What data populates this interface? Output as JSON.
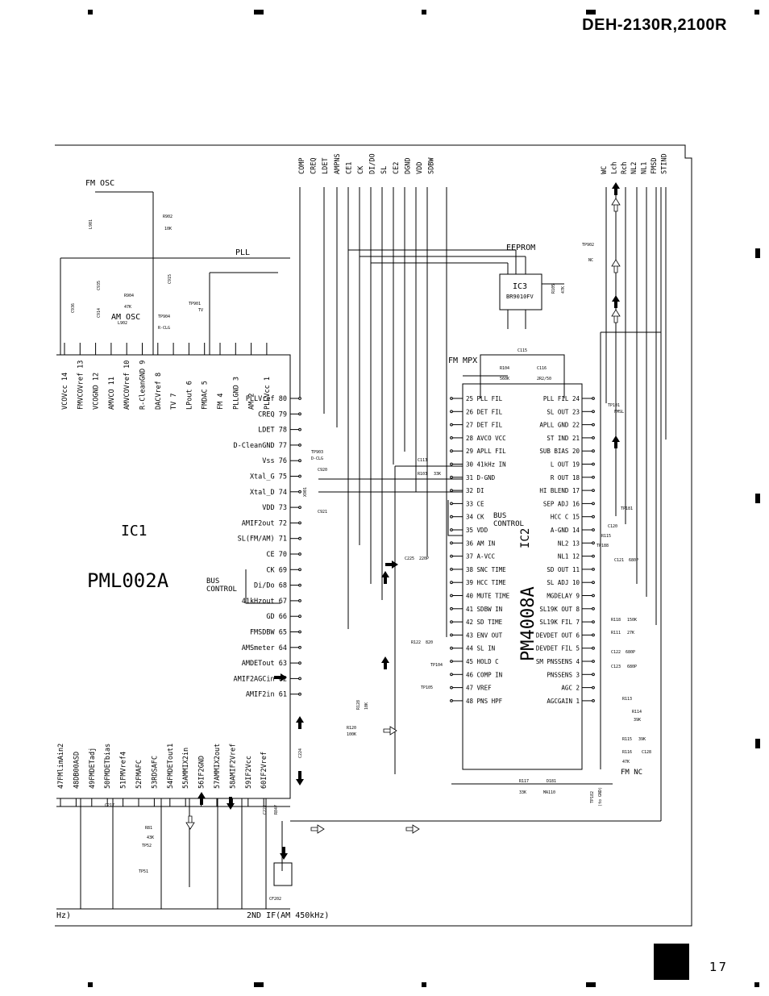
{
  "header": {
    "model": "DEH-2130R,2100R"
  },
  "page_number": "17",
  "labels": {
    "fm_osc": "FM OSC",
    "am_osc": "AM OSC",
    "pll": "PLL",
    "eeprom": "EEPROM",
    "fm_mpx": "FM MPX",
    "ic3_name": "IC3",
    "ic3_part": "BR9010FV",
    "ic1_name": "IC1",
    "ic1_part": "PML002A",
    "ic2_name": "IC2",
    "ic2_part": "PM4008A",
    "bus_control_1": "BUS",
    "bus_control_2": "CONTROL",
    "fm_nc": "FM NC",
    "second_if": "2ND IF(AM 450kHz)",
    "hz_partial": "Hz)"
  },
  "top_signals": [
    "COMP",
    "CREQ",
    "LDET",
    "AMPNS",
    "CE1",
    "CK",
    "DI/DO",
    "SL",
    "CE2",
    "DGND",
    "VDD",
    "SDBW"
  ],
  "right_signals": [
    "WC",
    "Lch",
    "Rch",
    "NL2",
    "NL1",
    "FMSD",
    "STIND"
  ],
  "ic1_right_pins": [
    "PLLVref 80",
    "CREQ 79",
    "LDET 78",
    "D-CleanGND 77",
    "Vss 76",
    "Xtal_G 75",
    "Xtal_D 74",
    "VDD 73",
    "AMIF2out 72",
    "SL(FM/AM) 71",
    "CE 70",
    "CK 69",
    "Di/Do 68",
    "41kHzout 67",
    "GD 66",
    "FMSDBW 65",
    "AMSmeter 64",
    "AMDETout 63",
    "AMIF2AGCin 62",
    "AMIF2in 61"
  ],
  "ic1_top_pins": [
    "VCOVcc 14",
    "FMVCOVref 13",
    "VCOGND 12",
    "AMVCO 11",
    "AMVCOVref 10",
    "R-CleanGND 9",
    "DACVref 8",
    "TV 7",
    "LPout 6",
    "FMDAC 5",
    "FM 4",
    "PLLGND 3",
    "AM 2",
    "PLLVcc 1"
  ],
  "ic1_bottom_pins": [
    "47FMlimAin2",
    "48DB00ASD",
    "49FMDETadj",
    "50FMDETbias",
    "51FMVref4",
    "52FMAFC",
    "53RDSAFC",
    "54FMDETout1",
    "55AMMIX2in",
    "56IF2GND",
    "57AMMIX2out",
    "58AMIF2Vref",
    "59IF2Vcc",
    "60IF2Vref"
  ],
  "ic2_left_pins": [
    "25 PLL FIL",
    "26 DET FIL",
    "27 DET FIL",
    "28 AVCO VCC",
    "29 APLL FIL",
    "30 41kHz IN",
    "31 D-GND",
    "32 DI",
    "33 CE",
    "34 CK",
    "35 VDD",
    "36 AM IN",
    "37 A-VCC",
    "38 SNC TIME",
    "39 HCC TIME",
    "40 MUTE TIME",
    "41 SDBW IN",
    "42 SD TIME",
    "43 ENV OUT",
    "44 SL IN",
    "45 HOLD C",
    "46 COMP IN",
    "47 VREF",
    "48 PNS HPF"
  ],
  "ic2_right_pins": [
    "PLL FIL 24",
    "SL OUT 23",
    "APLL GND 22",
    "ST IND 21",
    "SUB BIAS 20",
    "L OUT 19",
    "R OUT 18",
    "HI BLEND 17",
    "SEP ADJ 16",
    "HCC C 15",
    "A-GND 14",
    "NL2 13",
    "NL1 12",
    "SD OUT 11",
    "SL ADJ 10",
    "MGDELAY 9",
    "SL19K OUT 8",
    "SL19K FIL 7",
    "DEVDET OUT 6",
    "DEVDET FIL 5",
    "SM PNSSENS 4",
    "PNSSENS 3",
    "AGC 2",
    "AGCGAIN 1"
  ],
  "parts": {
    "tp901": "TP901",
    "tv": "TV",
    "tp904": "TP904",
    "rclg": "R-CLG",
    "l902": "L902",
    "r904": "R904",
    "r904v": "47K",
    "r902": "R902",
    "r902v": "10K",
    "l901": "L901",
    "c935": "C935",
    "c936": "C936",
    "c914": "C914",
    "c915": "C915",
    "tp902": "TP902",
    "nc": "NC",
    "r105": "R105",
    "r105v": "47K",
    "c115": "C115",
    "r104": "R104",
    "r104v": "560K",
    "c116": "C116",
    "r116v": "2R2/50",
    "tp903": "TP903",
    "dclg": "D-CLG",
    "c920": "C920",
    "c921": "C921",
    "x901": "X901",
    "c113": "C113",
    "r103": "R103",
    "r103v": "33K",
    "tp101": "TP101",
    "tp101v": "FMSL",
    "tp181": "TP181",
    "tp188": "TP188",
    "c120": "C120",
    "r115": "R115",
    "c121": "C121",
    "c121v": "680P",
    "c122": "C122",
    "c122v": "680P",
    "c123": "C123",
    "c123v": "680P",
    "r118": "R118",
    "r118v": "150K",
    "r111": "R111",
    "r111v": "27K",
    "r113": "R113",
    "r114": "R114",
    "r114v": "39K",
    "r115b": "R115",
    "r115v": "39K",
    "r116": "R116",
    "r116v2": "47K",
    "c128": "C128",
    "r117": "R117",
    "r117v": "33K",
    "d181": "D181",
    "d181v": "MA110",
    "tp182": "TP182",
    "tp182v": "(to GND)",
    "c225": "C225",
    "c225v": "220P",
    "r122": "R122",
    "r122v": "820",
    "tp104": "TP104",
    "tp105": "TP105",
    "r128": "R128",
    "r128v": "10K",
    "r120": "R120",
    "r120v": "100K",
    "c217": "C217",
    "r81": "R81",
    "r81v": "43K",
    "tp52": "TP52",
    "tp51": "TP51",
    "cf202": "CF202",
    "c224": "C224",
    "c221": "C221",
    "r847": "R847"
  }
}
